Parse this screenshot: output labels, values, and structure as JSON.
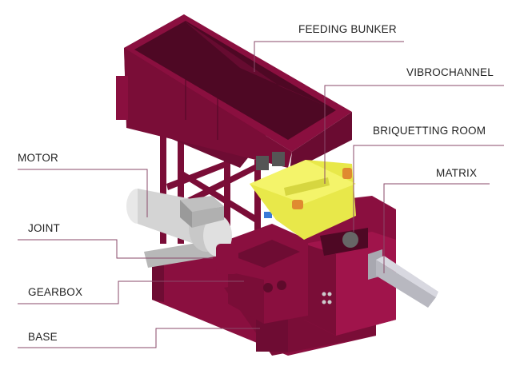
{
  "labels": {
    "feeding_bunker": "FEEDING BUNKER",
    "vibrochannel": "VIBROCHANNEL",
    "briquetting_room": "BRIQUETTING ROOM",
    "matrix": "MATRIX",
    "motor": "MOTOR",
    "joint": "JOINT",
    "gearbox": "GEARBOX",
    "base": "BASE"
  },
  "colors": {
    "machine_body": "#8a0f3f",
    "machine_dark": "#5e0a2b",
    "machine_light": "#a8245a",
    "vibrochannel": "#f0f060",
    "motor": "#d8d8d8",
    "matrix": "#b8b8c0",
    "leader_line": "#8a4a6a"
  }
}
